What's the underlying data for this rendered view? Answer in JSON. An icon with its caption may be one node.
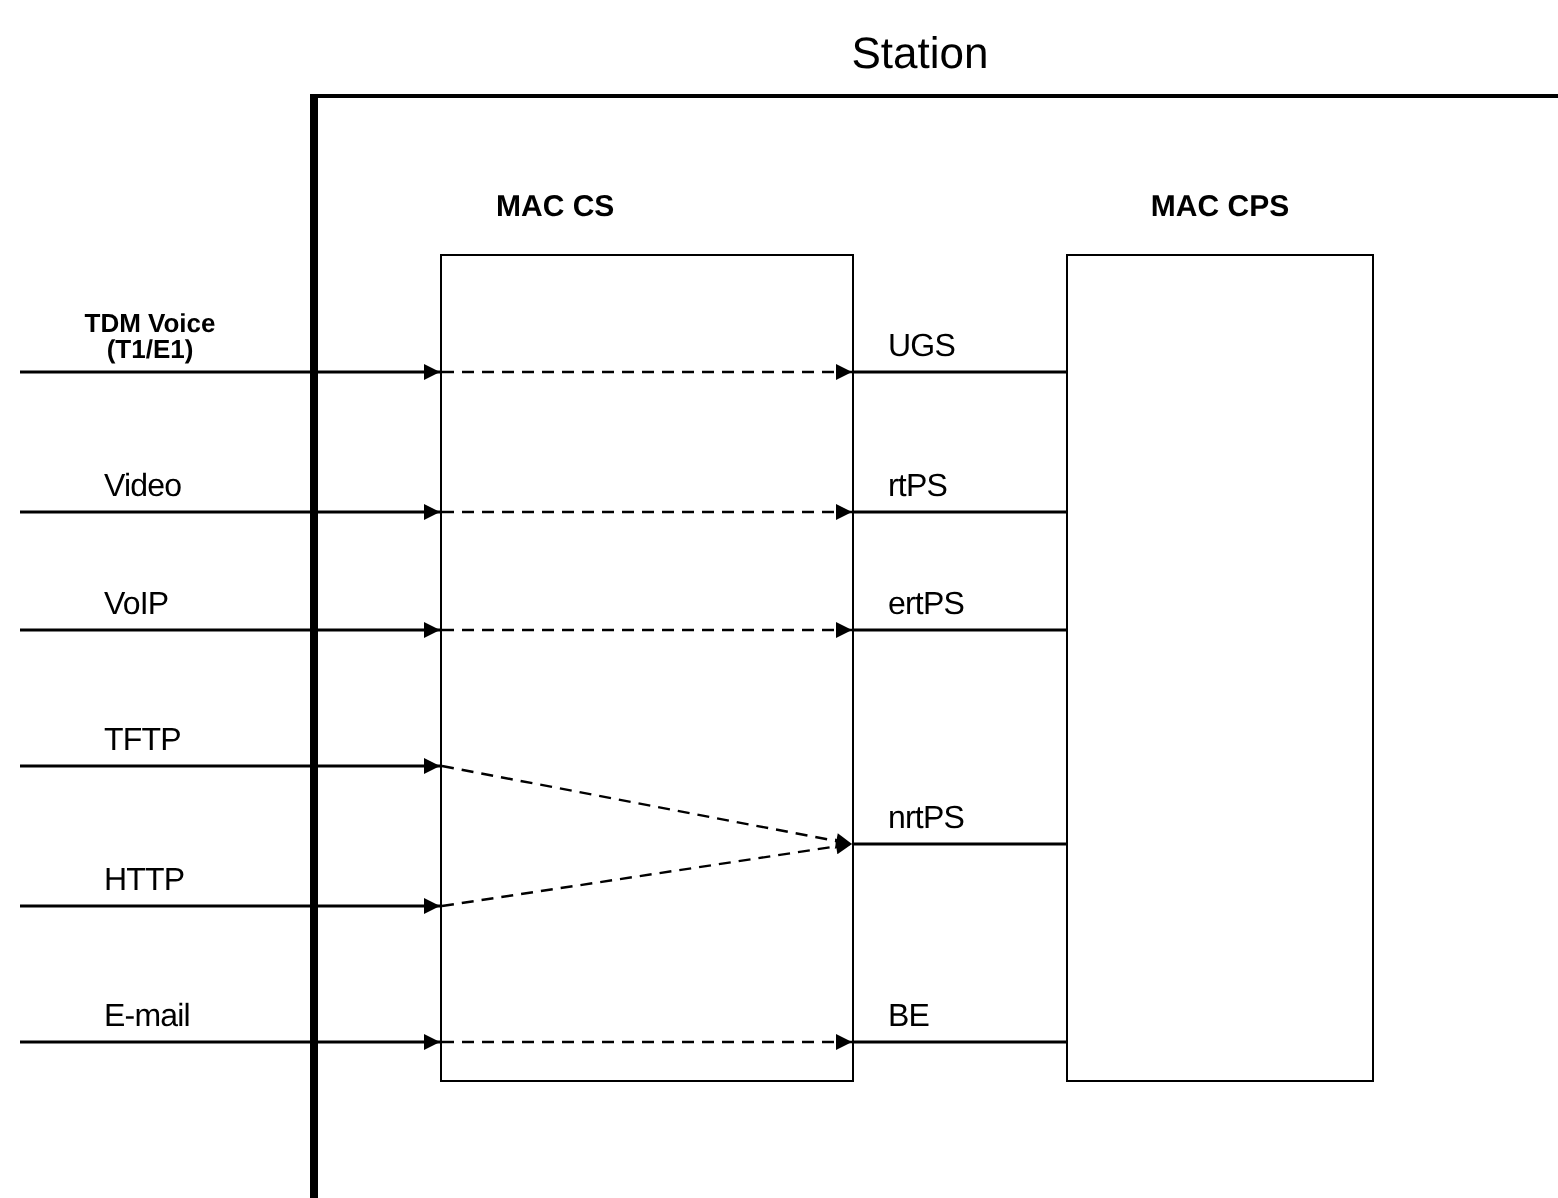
{
  "diagram": {
    "nodes": [
      {
        "text": [
          "Station"
        ]
      },
      {
        "text": [
          "MAC CS"
        ],
        "in": 0
      },
      {
        "text": [
          "MAC CPS"
        ],
        "in": 0
      }
    ],
    "edges": [
      {
        "from": null,
        "to": 1,
        "arrow": "to",
        "label": "TDM Voice (T1/E1)"
      },
      {
        "from": null,
        "to": 1,
        "arrow": "to",
        "label": "Video"
      },
      {
        "from": null,
        "to": 1,
        "arrow": "to",
        "label": "VoIP"
      },
      {
        "from": null,
        "to": 1,
        "arrow": "to",
        "label": "TFTP"
      },
      {
        "from": null,
        "to": 1,
        "arrow": "to",
        "label": "HTTP"
      },
      {
        "from": null,
        "to": 1,
        "arrow": "to",
        "label": "E-mail"
      },
      {
        "from": 1,
        "to": 2,
        "arrow": "none",
        "label": "UGS"
      },
      {
        "from": 1,
        "to": 2,
        "arrow": "none",
        "label": "rtPS"
      },
      {
        "from": 1,
        "to": 2,
        "arrow": "none",
        "label": "ertPS"
      },
      {
        "from": 1,
        "to": 2,
        "arrow": "none",
        "label": "nrtPS"
      },
      {
        "from": 1,
        "to": 2,
        "arrow": "none",
        "label": "BE"
      }
    ]
  }
}
